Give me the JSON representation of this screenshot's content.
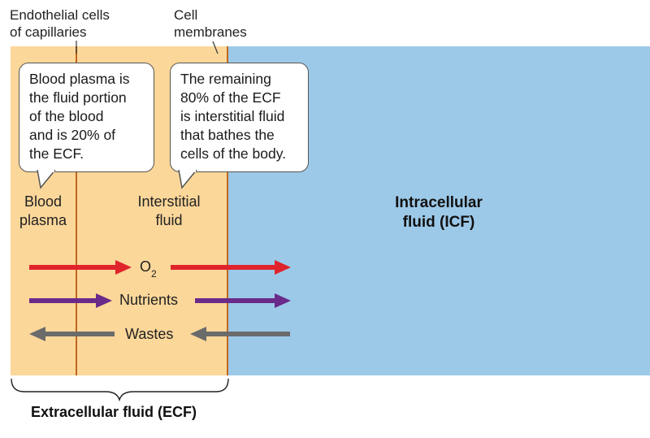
{
  "labels": {
    "endothelial_line1": "Endothelial cells",
    "endothelial_line2": "of capillaries",
    "membrane_line1": "Cell",
    "membrane_line2": "membranes"
  },
  "callouts": {
    "plasma": [
      "Blood plasma is",
      "the fluid portion",
      "of the blood",
      "and is 20% of",
      "the ECF."
    ],
    "interstitial": [
      "The remaining",
      "80% of the ECF",
      "is interstitial fluid",
      "that bathes the",
      "cells of the body."
    ]
  },
  "regions": {
    "plasma_line1": "Blood",
    "plasma_line2": "plasma",
    "interstitial_line1": "Interstitial",
    "interstitial_line2": "fluid",
    "icf_line1": "Intracellular",
    "icf_line2": "fluid (ICF)"
  },
  "flows": {
    "o2_label": "O",
    "o2_sub": "2",
    "nutrients_label": "Nutrients",
    "wastes_label": "Wastes"
  },
  "ecf_label": "Extracellular fluid (ECF)",
  "colors": {
    "ecf": "#fbd79a",
    "icf": "#9dc9e8",
    "membrane": "#c0661c",
    "o2_arrow": "#e0242c",
    "nutrients_arrow": "#6a2a8a",
    "wastes_arrow": "#6b6b6b"
  }
}
